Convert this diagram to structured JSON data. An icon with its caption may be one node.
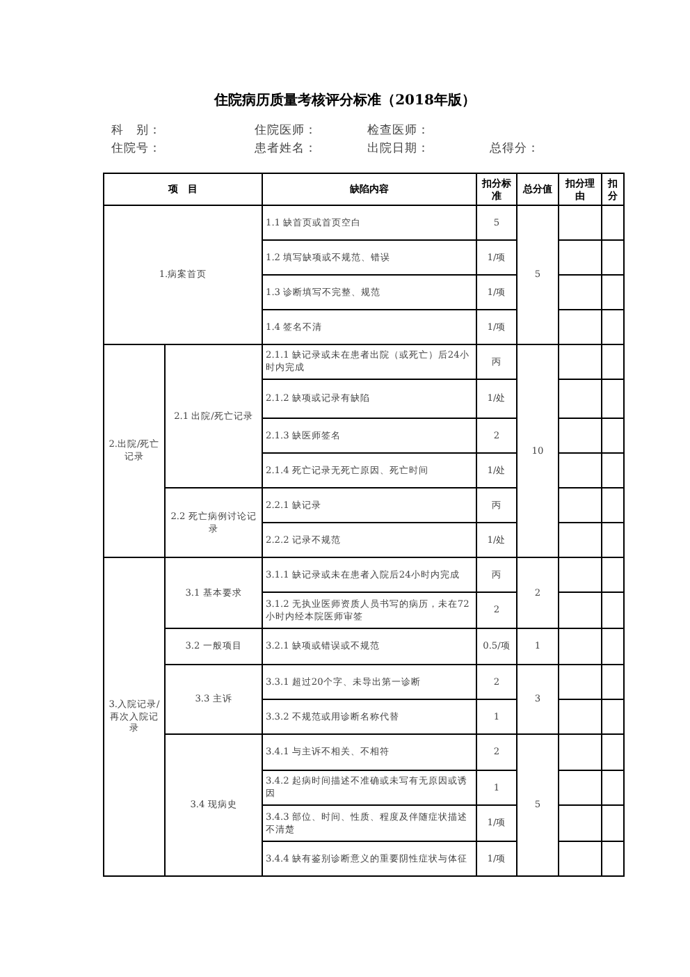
{
  "diagram": {
    "title": "住院病历质量考核评分标准（2018年版）",
    "labels": [
      "科　别：",
      "住院医师：",
      "检查医师：",
      "住院号：",
      "患者姓名：",
      "出院日期：",
      "总得分：",
      "项　目",
      "缺陷内容",
      "扣分标准",
      "总分值",
      "扣分理由",
      "扣分",
      "1.病案首页",
      "1.1 缺首页或首页空白",
      "5",
      "5",
      "1.2 填写缺项或不规范、错误",
      "1/项",
      "1.3 诊断填写不完整、规范",
      "1/项",
      "1.4 签名不清",
      "1/项",
      "2.出院/死亡记录",
      "2.1 出院/死亡记录",
      "2.1.1 缺记录或未在患者出院（或死亡）后24小时内完成",
      "丙",
      "10",
      "2.1.2 缺项或记录有缺陷",
      "1/处",
      "2.1.3 缺医师签名",
      "2",
      "2.1.4 死亡记录无死亡原因、死亡时间",
      "1/处",
      "2.2 死亡病例讨论记录",
      "2.2.1 缺记录",
      "丙",
      "2.2.2 记录不规范",
      "1/处",
      "3.入院记录/再次入院记录",
      "3.1 基本要求",
      "3.1.1 缺记录或未在患者入院后24小时内完成",
      "丙",
      "2",
      "3.1.2 无执业医师资质人员书写的病历，未在72小时内经本院医师审签",
      "2",
      "3.2 一般项目",
      "3.2.1 缺项或错误或不规范",
      "0.5/项",
      "1",
      "3.3 主诉",
      "3.3.1 超过20个字、未导出第一诊断",
      "2",
      "3",
      "3.3.2 不规范或用诊断名称代替",
      "1",
      "3.4 现病史",
      "3.4.1 与主诉不相关、不相符",
      "2",
      "5",
      "3.4.2 起病时间描述不准确或未写有无原因或诱因",
      "1",
      "3.4.3 部位、时间、性质、程度及伴随症状描述不清楚",
      "1/项",
      "3.4.4 缺有鉴别诊断意义的重要阴性症状与体征",
      "1/项"
    ]
  }
}
